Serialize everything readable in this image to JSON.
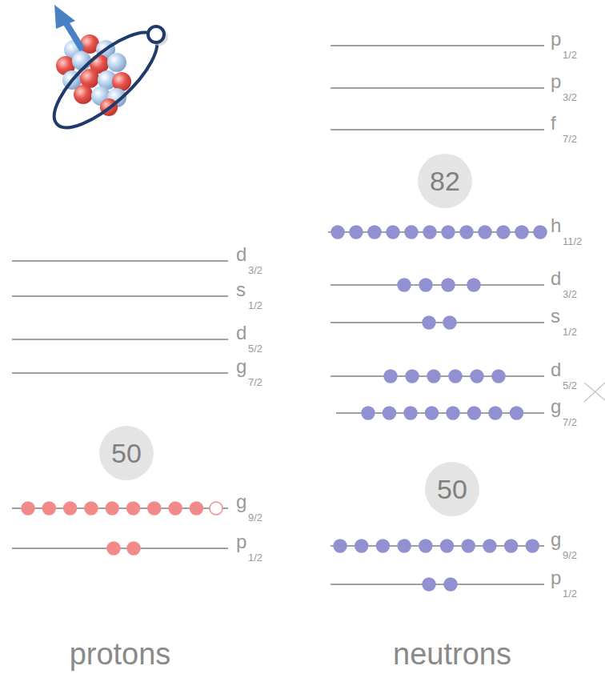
{
  "diagram": {
    "nodes": [
      {
        "text": [
          "82"
        ]
      },
      {
        "text": [
          "50"
        ]
      },
      {
        "text": [
          "50"
        ]
      }
    ],
    "labels": [
      "p",
      "1/2",
      "p",
      "3/2",
      "f",
      "7/2",
      "h",
      "11/2",
      "d",
      "3/2",
      "s",
      "1/2",
      "d",
      "5/2",
      "g",
      "7/2",
      "g",
      "9/2",
      "p",
      "1/2",
      "d",
      "3/2",
      "s",
      "1/2",
      "d",
      "5/2",
      "g",
      "7/2",
      "g",
      "9/2",
      "p",
      "1/2",
      "protons",
      "neutrons"
    ]
  }
}
